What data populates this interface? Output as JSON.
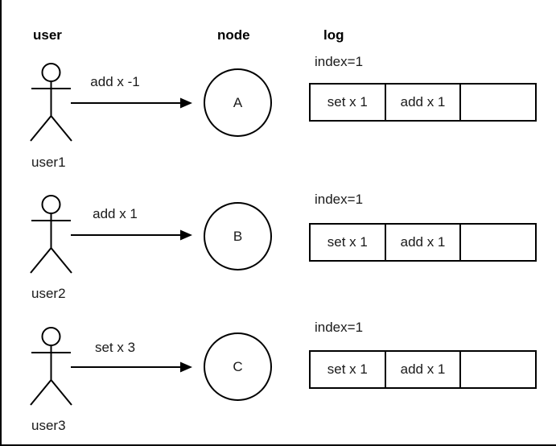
{
  "columns": [
    {
      "label": "user"
    },
    {
      "label": "node"
    },
    {
      "label": "log"
    }
  ],
  "rows": [
    {
      "user": "user1",
      "message": "add x -1",
      "node": "A",
      "log_index": "index=1",
      "log_cells": [
        "set x 1",
        "add x 1",
        ""
      ]
    },
    {
      "user": "user2",
      "message": "add x 1",
      "node": "B",
      "log_index": "index=1",
      "log_cells": [
        "set x 1",
        "add x 1",
        ""
      ]
    },
    {
      "user": "user3",
      "message": "set x 3",
      "node": "C",
      "log_index": "index=1",
      "log_cells": [
        "set x 1",
        "add x 1",
        ""
      ]
    }
  ],
  "colors": {
    "stroke": "#000000",
    "text": "#1a1a1a",
    "background": "#ffffff"
  }
}
